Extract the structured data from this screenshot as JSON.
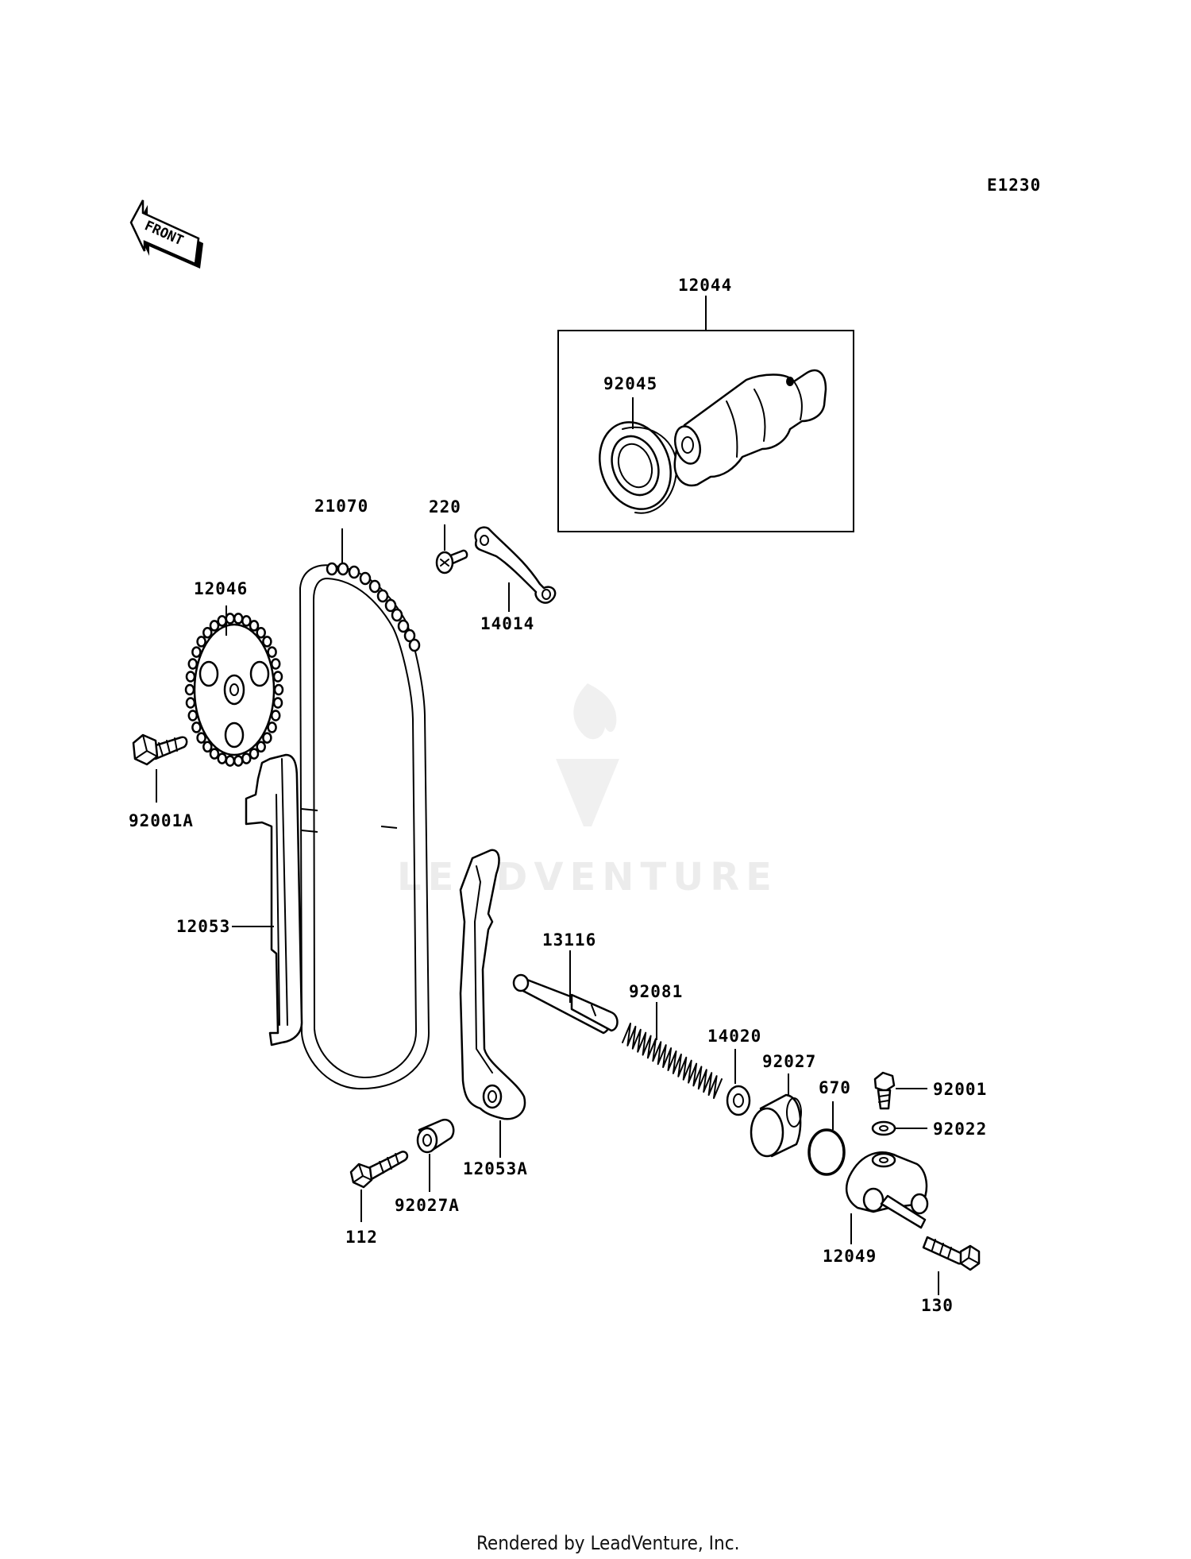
{
  "diagram": {
    "code": "E1230",
    "front_label": "FRONT",
    "watermark": "LEADVENTURE"
  },
  "parts": [
    {
      "id": "12044",
      "label": "12044"
    },
    {
      "id": "92045",
      "label": "92045"
    },
    {
      "id": "21070",
      "label": "21070"
    },
    {
      "id": "220",
      "label": "220"
    },
    {
      "id": "12046",
      "label": "12046"
    },
    {
      "id": "14014",
      "label": "14014"
    },
    {
      "id": "92001A",
      "label": "92001A"
    },
    {
      "id": "12053",
      "label": "12053"
    },
    {
      "id": "13116",
      "label": "13116"
    },
    {
      "id": "92081",
      "label": "92081"
    },
    {
      "id": "14020",
      "label": "14020"
    },
    {
      "id": "92027",
      "label": "92027"
    },
    {
      "id": "670",
      "label": "670"
    },
    {
      "id": "92001",
      "label": "92001"
    },
    {
      "id": "92022",
      "label": "92022"
    },
    {
      "id": "12053A",
      "label": "12053A"
    },
    {
      "id": "92027A",
      "label": "92027A"
    },
    {
      "id": "112",
      "label": "112"
    },
    {
      "id": "12049",
      "label": "12049"
    },
    {
      "id": "130",
      "label": "130"
    }
  ],
  "footer": {
    "text": "Rendered by LeadVenture, Inc."
  }
}
